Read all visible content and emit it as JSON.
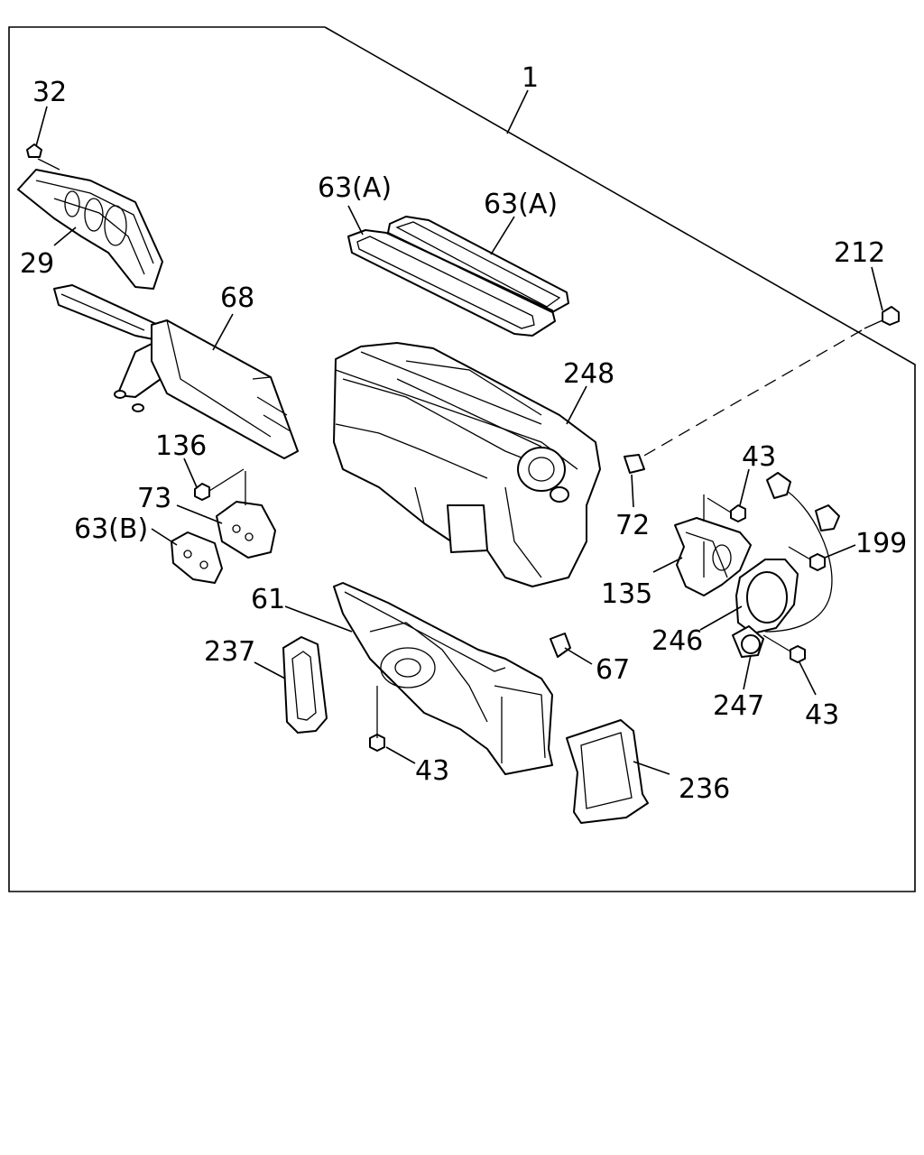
{
  "callouts": {
    "c1": "1",
    "c32": "32",
    "c29": "29",
    "c68": "68",
    "c63a_left": "63(A)",
    "c63a_right": "63(A)",
    "c212": "212",
    "c248": "248",
    "c136": "136",
    "c73": "73",
    "c63b": "63(B)",
    "c72": "72",
    "c43_top": "43",
    "c199": "199",
    "c135": "135",
    "c246": "246",
    "c61": "61",
    "c237": "237",
    "c67": "67",
    "c247": "247",
    "c43_right": "43",
    "c43_bottom": "43",
    "c236": "236"
  }
}
